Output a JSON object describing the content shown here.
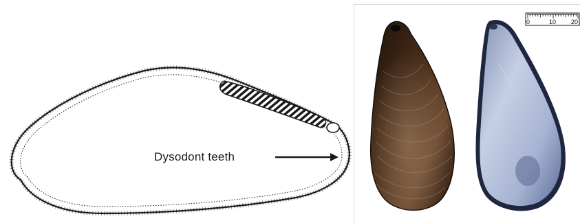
{
  "left_panel": {
    "annotation": "Dysodont teeth"
  },
  "right_panel": {
    "scale": {
      "ticks": [
        "0",
        "10",
        "20"
      ]
    }
  },
  "colors": {
    "line": "#1a1a1a",
    "shell_outer_dark": "#2b1a10",
    "shell_outer_mid": "#5a3a22",
    "shell_inner_light": "#c9d3e6",
    "shell_inner_mid": "#7f8fb4",
    "shell_rim": "#1c2236"
  }
}
